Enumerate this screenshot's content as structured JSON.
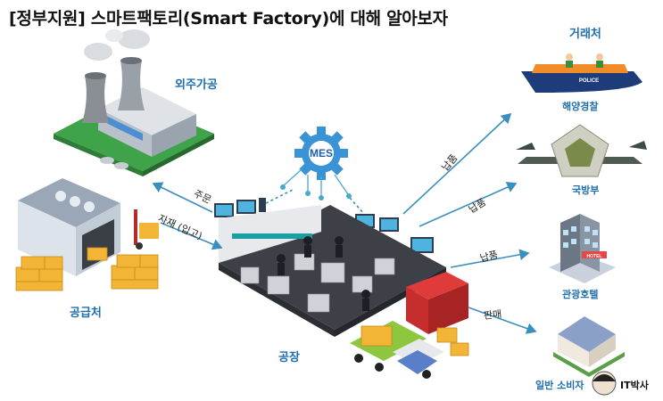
{
  "title": "[정부지원] 스마트팩토리(Smart Factory)에 대해 알아보자",
  "nodes": {
    "outsourcing": "외주가공",
    "supplier": "공급처",
    "factory": "공장",
    "customer": "거래처",
    "coast_guard": "해양경찰",
    "defense": "국방부",
    "hotel": "관광호텔",
    "consumer": "일반 소비자",
    "mes": "MES",
    "police_boat_text": "POLICE",
    "hotel_sign": "HOTEL"
  },
  "flows": {
    "order": "주문",
    "material": "자재 (입고)",
    "deliver_1": "납품",
    "deliver_2": "납품",
    "deliver_3": "납품",
    "sale": "판매"
  },
  "branding": {
    "author": "IT박사"
  },
  "colors": {
    "label_blue": "#1f6fae",
    "arrow": "#3b8fbf",
    "mes_gear": "#3a93d6"
  }
}
